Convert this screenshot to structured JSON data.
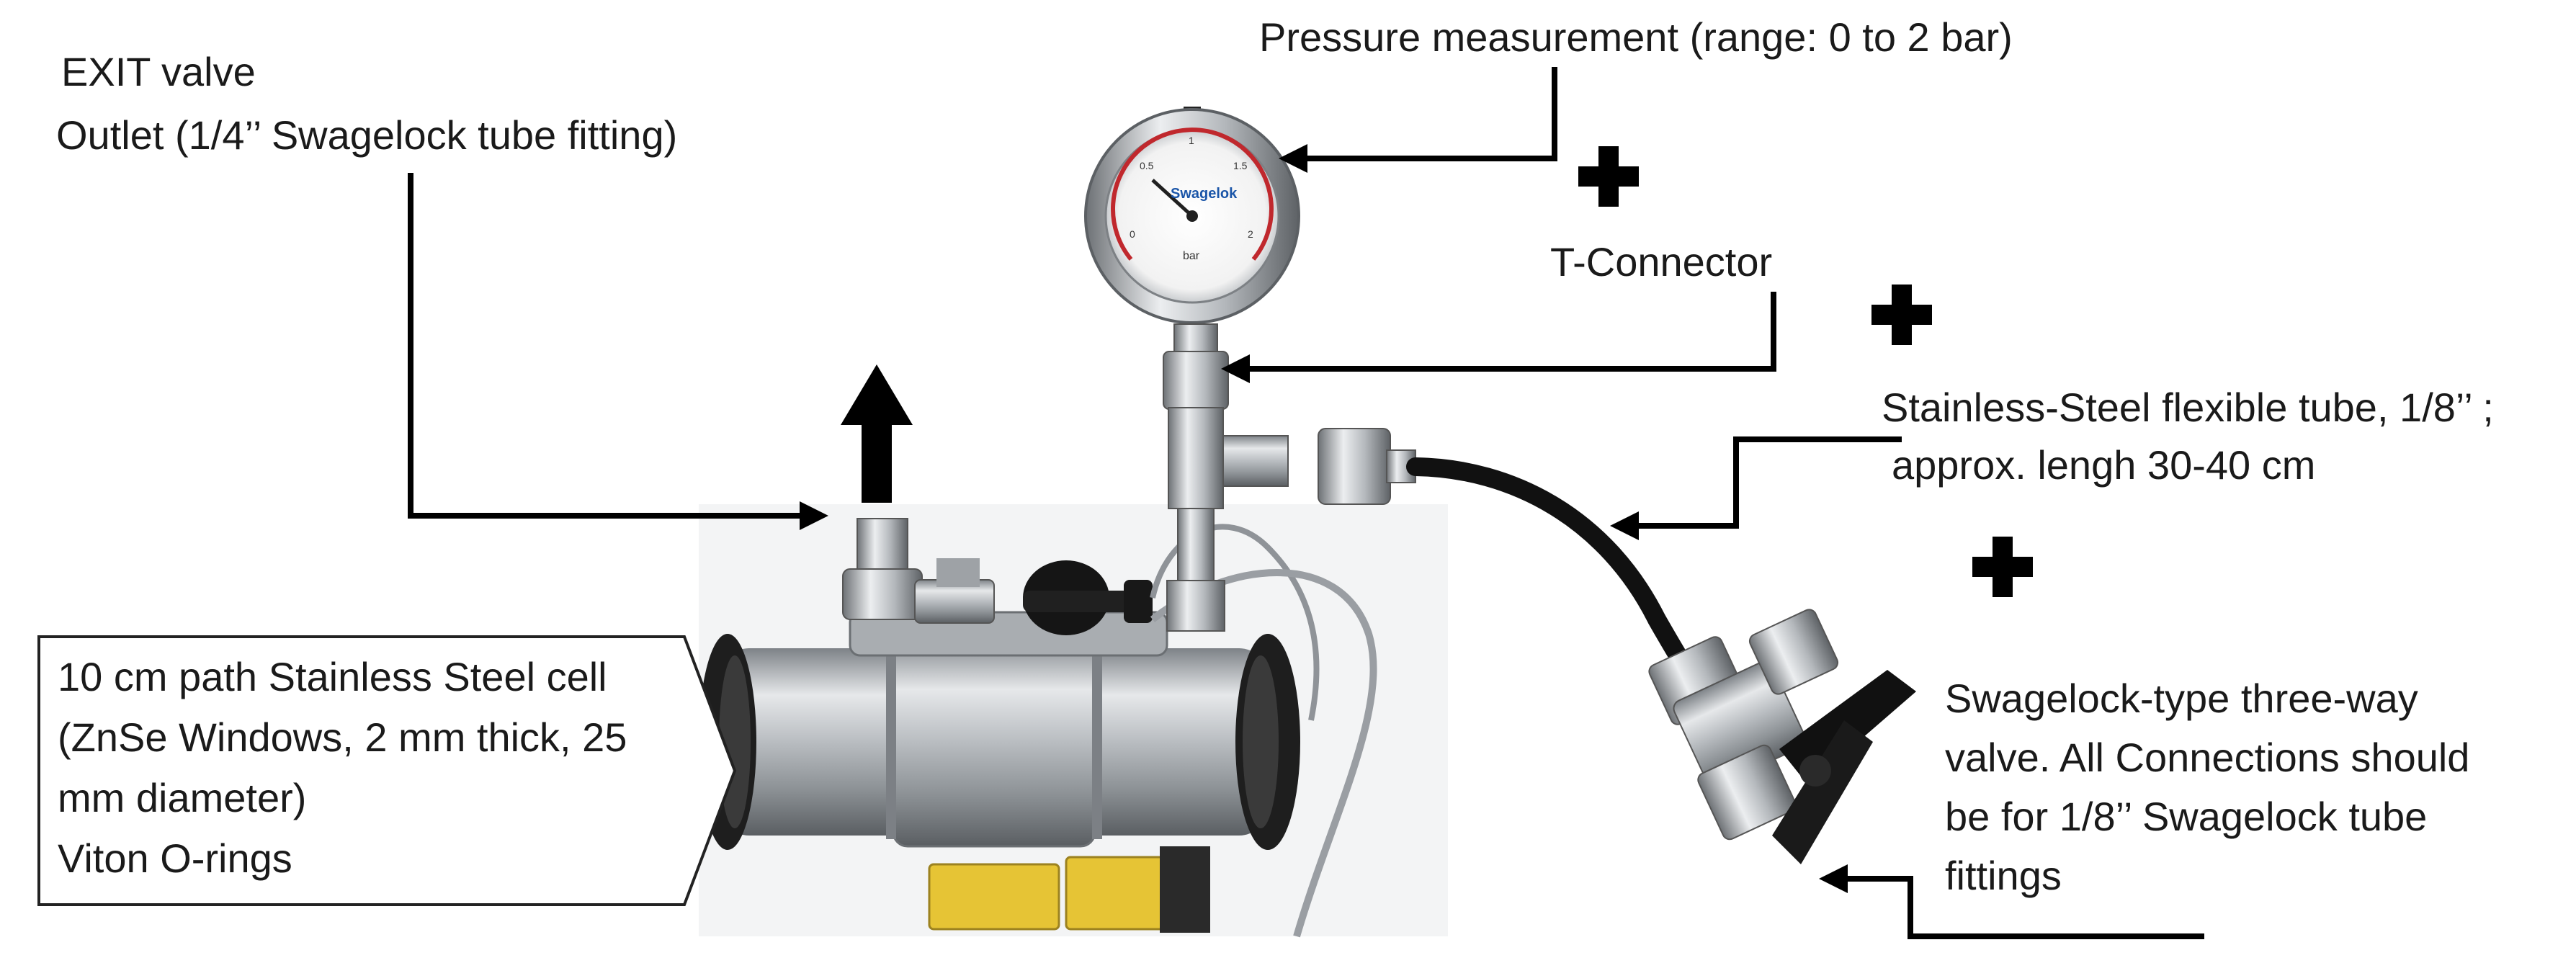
{
  "labels": {
    "exit_valve_title": "EXIT valve",
    "exit_valve_outlet": "Outlet (1/4’’ Swagelock tube fitting)",
    "pressure": "Pressure measurement (range: 0 to 2 bar)",
    "t_connector": "T-Connector",
    "tube_line1": "Stainless-Steel flexible tube, 1/8’’ ;",
    "tube_line2": "approx. lengh 30-40 cm",
    "valve_line1": "Swagelock-type three-way",
    "valve_line2": "valve. All Connections should",
    "valve_line3": "be for 1/8’’ Swagelock tube",
    "valve_line4": "fittings",
    "cell_line1": "10 cm path Stainless Steel cell",
    "cell_line2": "(ZnSe Windows, 2 mm thick, 25",
    "cell_line3": "mm diameter)",
    "cell_line4": "Viton O-rings"
  },
  "components": {
    "gauge_scale": "Swagelok",
    "gauge_unit": "bar",
    "gauge_ticks": [
      "0",
      "0.5",
      "1",
      "1.5",
      "2"
    ]
  },
  "colors": {
    "text": "#1a1a1a",
    "arrow": "#000000",
    "steel": "#b8bcc0",
    "steel_dark": "#6e7378",
    "connector_yellow": "#e6c435"
  }
}
